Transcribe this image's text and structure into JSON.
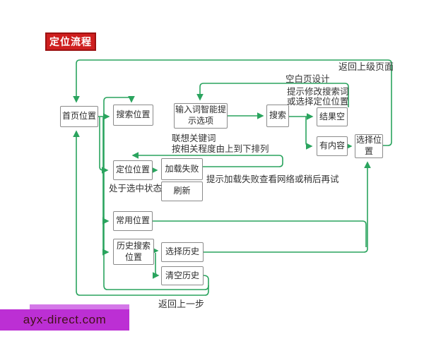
{
  "title": {
    "label": "定位流程"
  },
  "nodes": {
    "home": {
      "label": "首页位置"
    },
    "search_pos": {
      "label": "搜索位置"
    },
    "input_suggest": {
      "label": "输入词智能提示选项"
    },
    "search": {
      "label": "搜索"
    },
    "empty": {
      "label": "结果空"
    },
    "content": {
      "label": "有内容"
    },
    "select_pos": {
      "label": "选择位置"
    },
    "locate": {
      "label": "定位位置"
    },
    "load_fail": {
      "label": "加载失败"
    },
    "refresh": {
      "label": "刷新"
    },
    "common": {
      "label": "常用位置"
    },
    "history": {
      "label": "历史搜索位置"
    },
    "select_history": {
      "label": "选择历史"
    },
    "clear_history": {
      "label": "清空历史"
    }
  },
  "annotations": {
    "back_parent": "返回上级页面",
    "blank_page": "空白页设计",
    "modify_hint1": "提示修改搜索词",
    "modify_hint2": "或选择定位位置",
    "suggest_note1": "联想关键词",
    "suggest_note2": "按相关程度由上到下排列",
    "selected_note": "处于选中状态",
    "fail_note": "提示加载失败查看网络或稍后再试",
    "back_step": "返回上一步"
  },
  "watermark": {
    "text": "ayx-direct.com"
  },
  "colors": {
    "flow_line_green": "#2aa45e",
    "title_red": "#cf1f1f",
    "title_border_red": "#9c1212",
    "watermark_magenta": "#bc2fd4",
    "watermark_light": "#d478e8",
    "box_border_gray": "#8b8b8b"
  }
}
